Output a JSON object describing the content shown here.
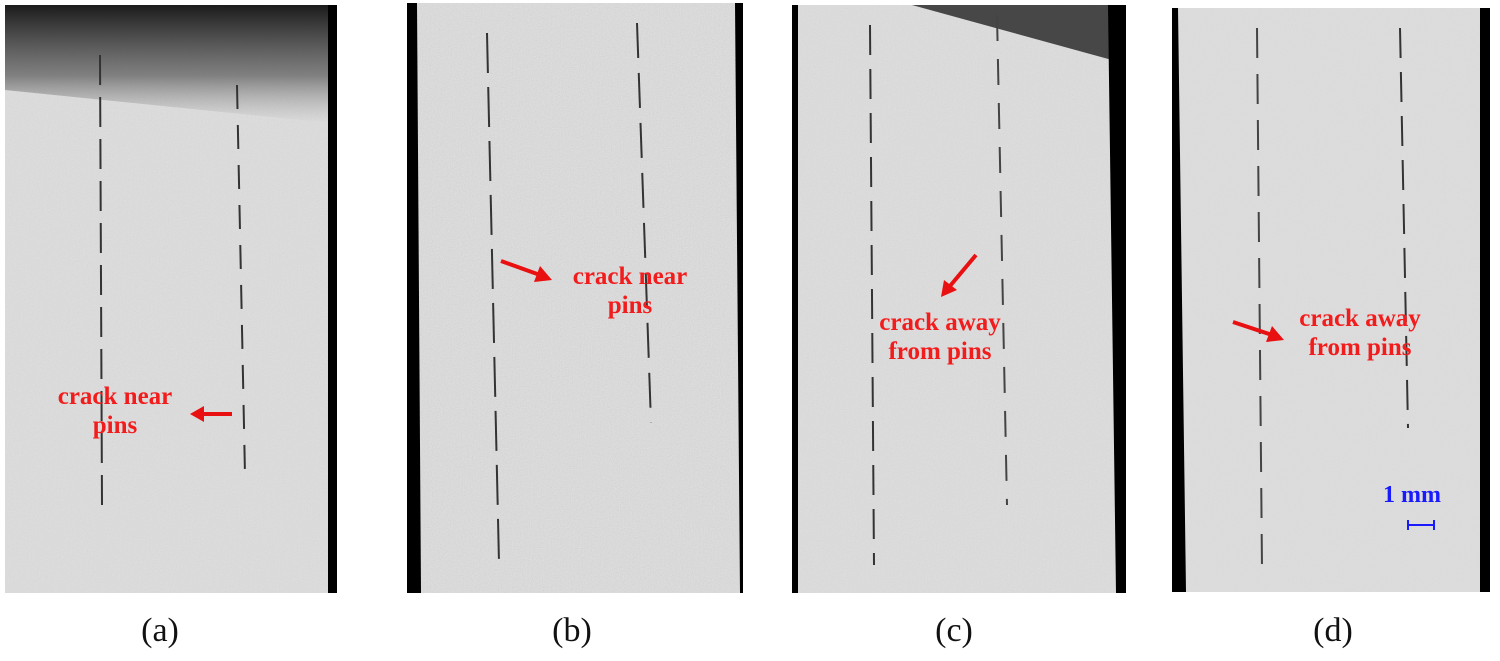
{
  "panels": [
    {
      "caption": "(a)",
      "annotation_line1": "crack near",
      "annotation_line2": "pins"
    },
    {
      "caption": "(b)",
      "annotation_line1": "crack near",
      "annotation_line2": "pins"
    },
    {
      "caption": "(c)",
      "annotation_line1": "crack away",
      "annotation_line2": "from pins"
    },
    {
      "caption": "(d)",
      "annotation_line1": "crack away",
      "annotation_line2": "from pins"
    }
  ],
  "scale_bar": {
    "label": "1 mm",
    "color": "#1a1aff"
  },
  "colors": {
    "annotation": "#f21c1c",
    "arrow": "#e81010"
  }
}
